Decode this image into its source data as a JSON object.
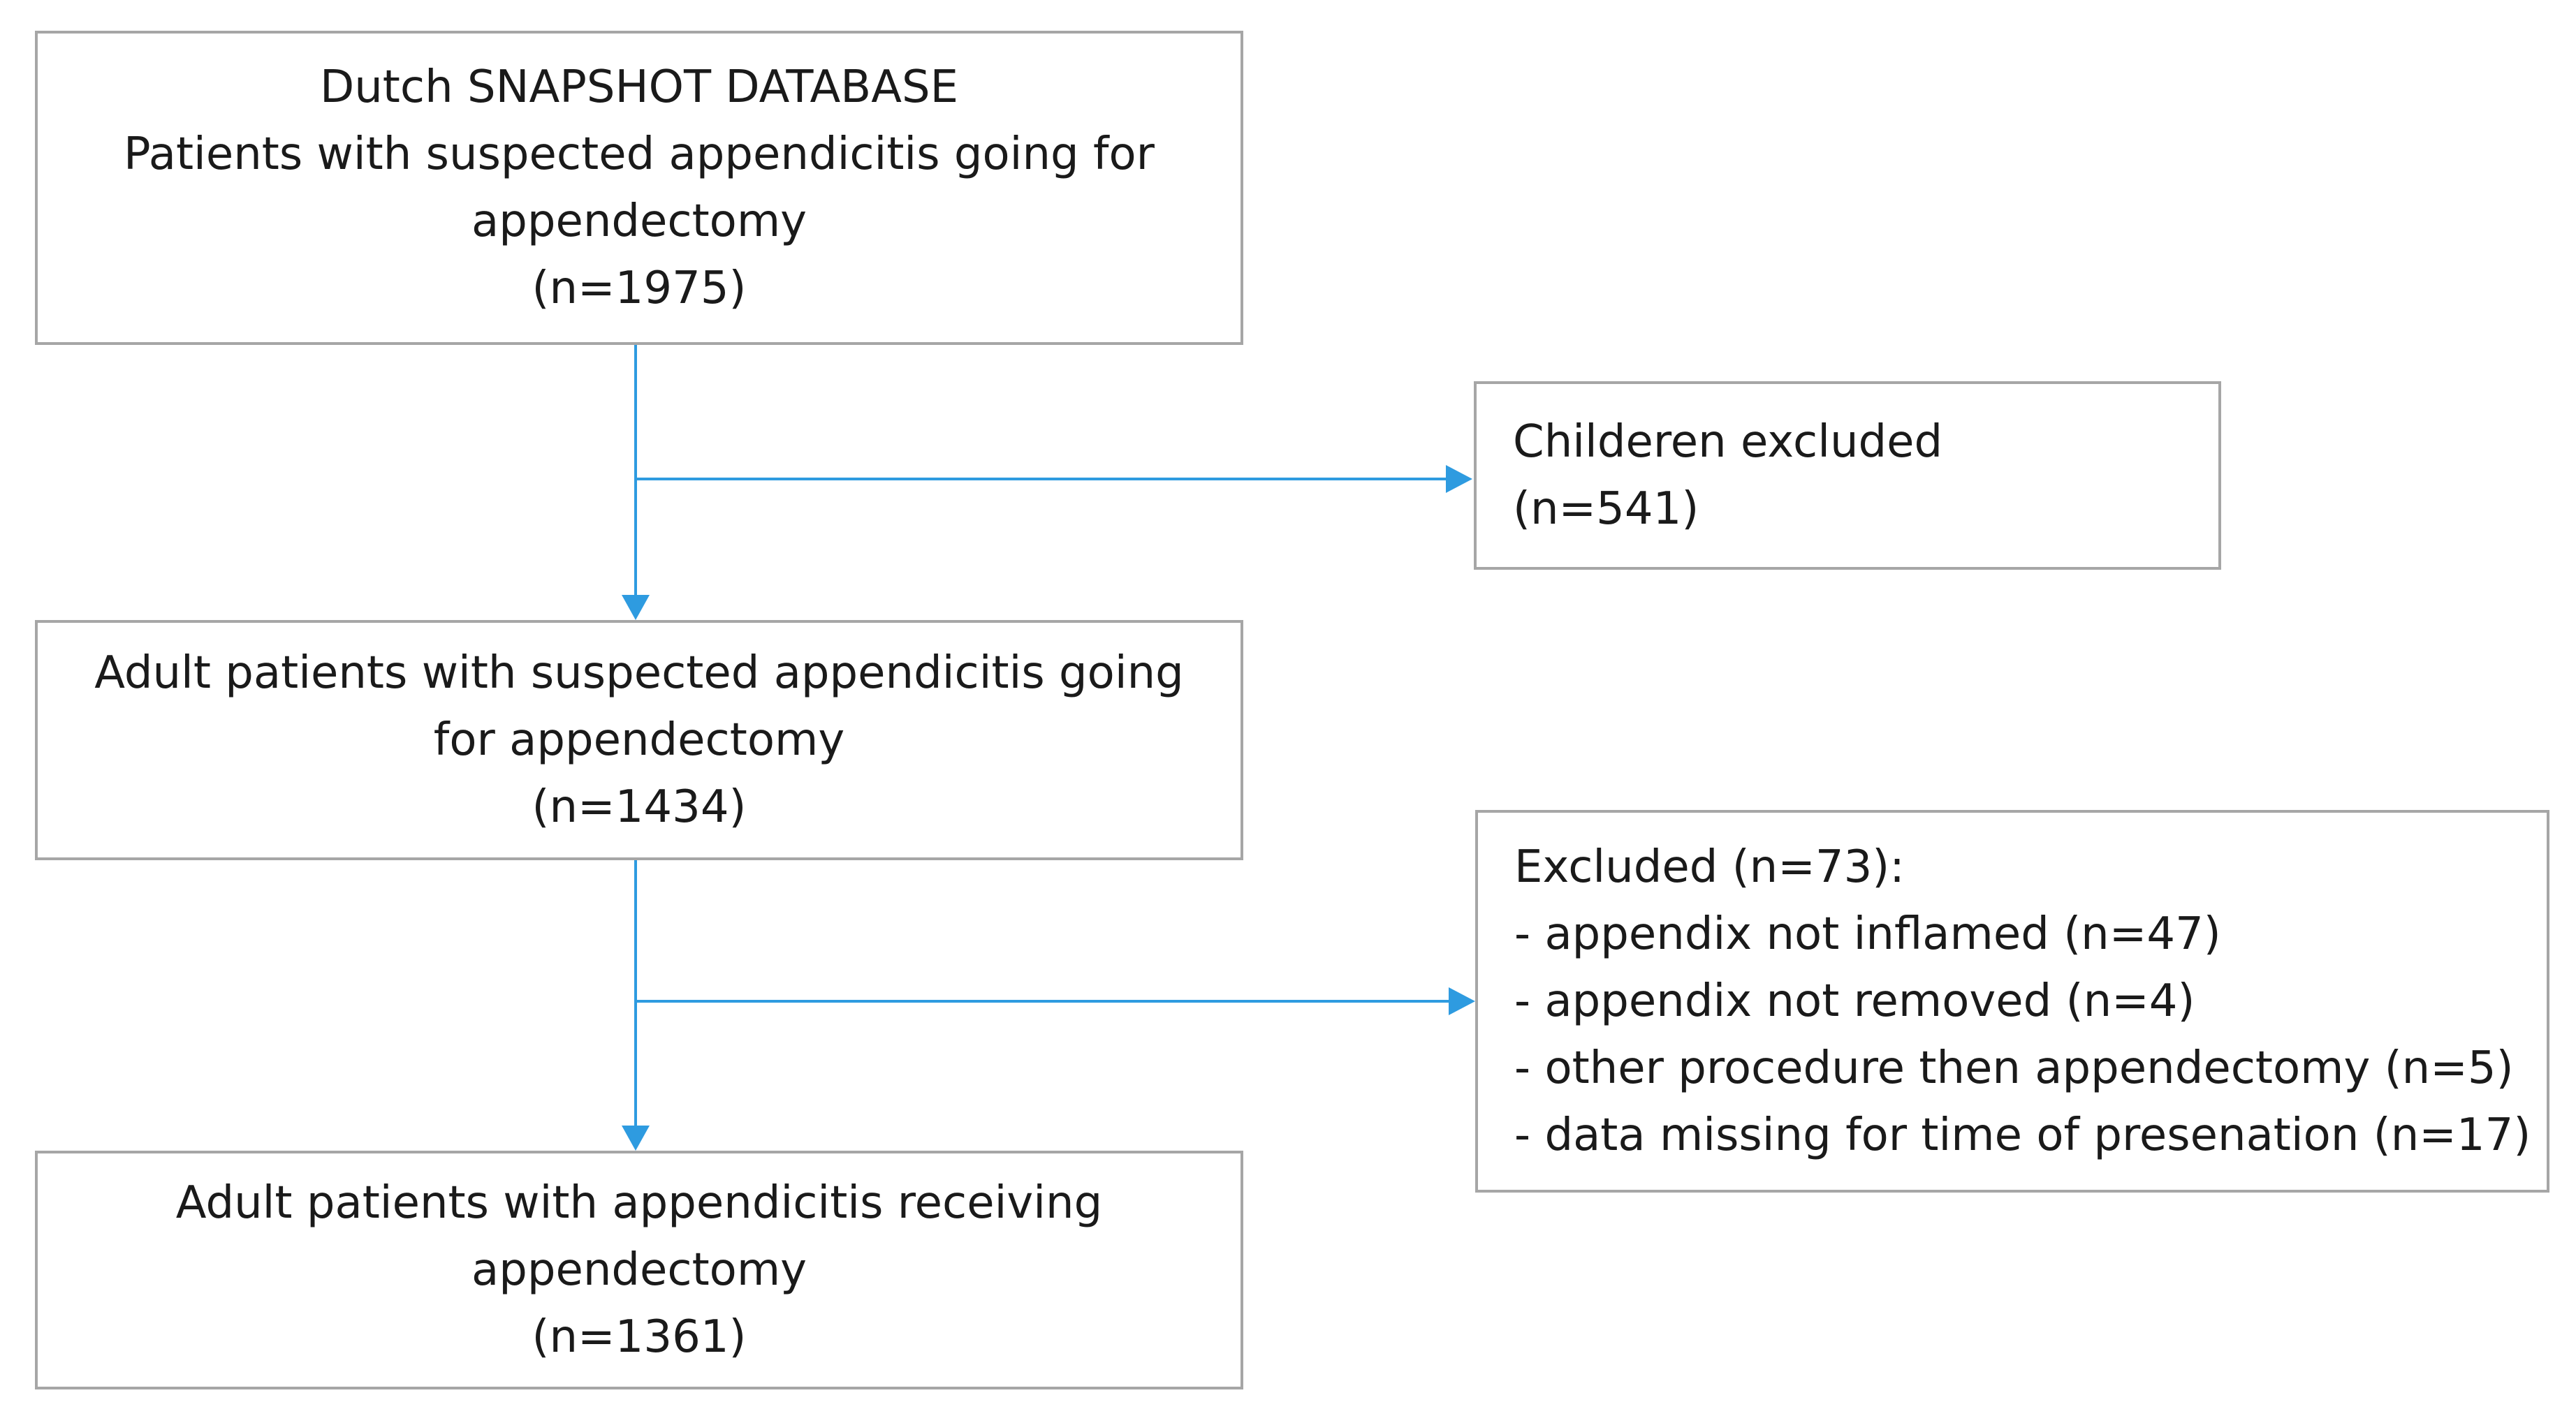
{
  "colors": {
    "box_border": "#a6a6a6",
    "arrow": "#2e9be0",
    "text": "#1a1a1a"
  },
  "boxes": {
    "database": {
      "lines": [
        "Dutch SNAPSHOT DATABASE",
        "Patients with suspected appendicitis going for",
        "appendectomy",
        "(n=1975)"
      ]
    },
    "children_excluded": {
      "lines": [
        "Childeren excluded",
        "(n=541)"
      ]
    },
    "adult_patients": {
      "lines": [
        "Adult patients with suspected appendicitis going",
        "for appendectomy",
        "(n=1434)"
      ]
    },
    "excluded": {
      "lines": [
        "Excluded (n=73):",
        "- appendix not inflamed (n=47)",
        "- appendix not removed (n=4)",
        "- other procedure then appendectomy (n=5)",
        "- data missing for time of presenation (n=17)"
      ]
    },
    "final": {
      "lines": [
        "Adult patients with appendicitis receiving",
        "appendectomy",
        "(n=1361)"
      ]
    }
  }
}
